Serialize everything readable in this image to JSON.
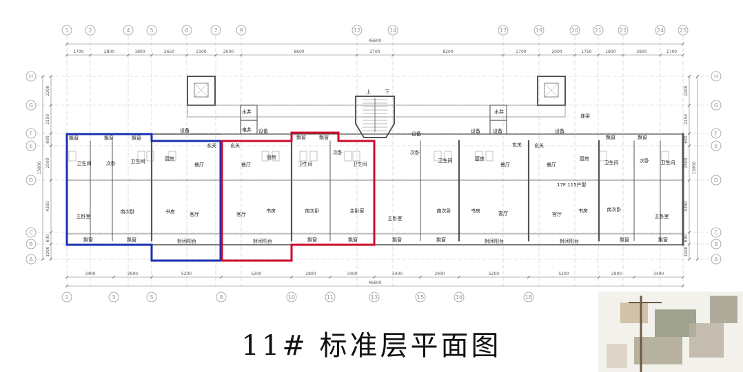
{
  "title": "11# 标准层平面图",
  "colors": {
    "blue_outline": "#1a2fb0",
    "red_outline": "#cc0a2a",
    "wall": "#555555",
    "axis": "#9a9a9a"
  },
  "top_axes": [
    "1",
    "2",
    "4",
    "5",
    "6",
    "7",
    "9",
    "12",
    "14",
    "17",
    "19",
    "20",
    "21",
    "22",
    "24",
    "25"
  ],
  "bottom_axes": [
    "1",
    "3",
    "5",
    "8",
    "10",
    "11",
    "13",
    "15",
    "16",
    "18"
  ],
  "side_axes": [
    "H",
    "G",
    "F",
    "E",
    "D",
    "C",
    "B",
    "A"
  ],
  "top_total": "46600",
  "top_dims": [
    "1700",
    "2800",
    "1800",
    "2650",
    "2100",
    "2000",
    "8600",
    "2700",
    "8200",
    "2700",
    "2000",
    "1750",
    "1800",
    "2800",
    "1700"
  ],
  "bottom_total": "46600",
  "bottom_dims": [
    "3400",
    "2900",
    "5200",
    "5200",
    "2800",
    "3400",
    "3400",
    "2900",
    "5200",
    "5200",
    "2900",
    "3400"
  ],
  "left_total": "13800",
  "left_dims": [
    "2200",
    "2150",
    "600",
    "2500",
    "4350",
    "600",
    "1000"
  ],
  "right_total": "13800",
  "right_dims": [
    "2200",
    "2150",
    "600",
    "2500",
    "4350",
    "600",
    "1000"
  ],
  "notes": {
    "stair_up": "上",
    "stair_down": "下",
    "unit_type": "17F  115户型",
    "beam": "连梁"
  },
  "room_labels": [
    "飘窗",
    "飘窗",
    "飘窗",
    "卫生间",
    "次卧",
    "卫生间",
    "厨房",
    "餐厅",
    "主卧室",
    "南次卧",
    "书房",
    "客厅",
    "飘窗",
    "飘窗",
    "封闭阳台",
    "设备",
    "玄关",
    "玄关",
    "水井",
    "电井",
    "设备",
    "餐厅",
    "厨房",
    "客厅",
    "书房",
    "封闭阳台",
    "飘窗",
    "飘窗",
    "卫生间",
    "次卧",
    "卫生间",
    "南次卧",
    "主卧室",
    "飘窗",
    "飘窗",
    "主卧室",
    "飘窗",
    "飘窗",
    "设备",
    "次卧",
    "卫生间",
    "南次卧",
    "设备",
    "设备",
    "水井",
    "厨房",
    "玄关",
    "餐厅",
    "书房",
    "客厅",
    "封闭阳台",
    "玄关",
    "餐厅",
    "厨房",
    "客厅",
    "书房",
    "封闭阳台",
    "设备",
    "飘窗",
    "飘窗",
    "卫生间",
    "次卧",
    "卫生间",
    "南次卧",
    "主卧室",
    "飘窗",
    "飘窗"
  ]
}
